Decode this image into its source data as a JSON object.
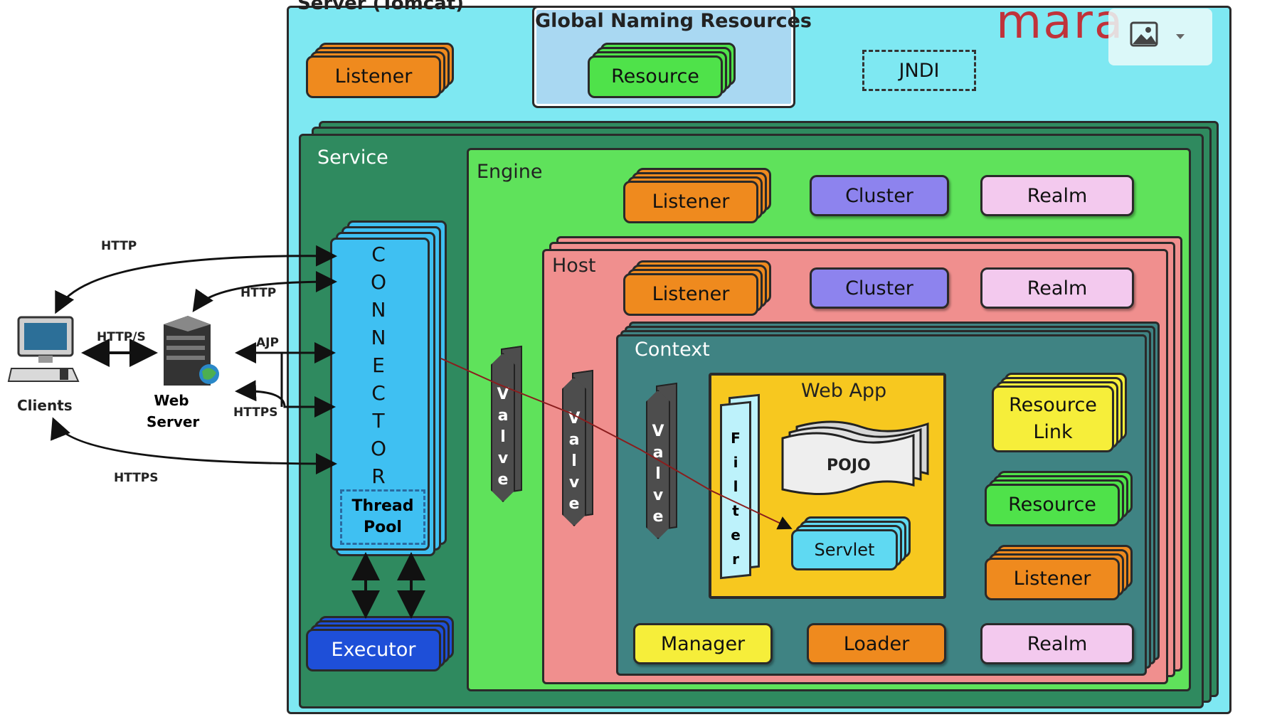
{
  "server": {
    "label": "Server (Tomcat)"
  },
  "global_naming": {
    "title": "Global Naming Resources",
    "resource": "Resource"
  },
  "server_listener": "Listener",
  "jndi": "JNDI",
  "watermark": "mara",
  "service": {
    "label": "Service"
  },
  "engine": {
    "label": "Engine",
    "listener": "Listener",
    "cluster": "Cluster",
    "realm": "Realm"
  },
  "host": {
    "label": "Host",
    "listener": "Listener",
    "cluster": "Cluster",
    "realm": "Realm"
  },
  "context": {
    "label": "Context",
    "webapp": {
      "label": "Web App",
      "pojo": "POJO",
      "servlet": "Servlet",
      "filter": "Filter"
    },
    "resource_link_1": "Resource",
    "resource_link_2": "Link",
    "resource": "Resource",
    "listener": "Listener",
    "manager": "Manager",
    "loader": "Loader",
    "realm": "Realm"
  },
  "connector": {
    "letters": [
      "C",
      "O",
      "N",
      "N",
      "E",
      "C",
      "T",
      "O",
      "R"
    ],
    "thread_pool_1": "Thread",
    "thread_pool_2": "Pool"
  },
  "valve": [
    "V",
    "a",
    "l",
    "v",
    "e"
  ],
  "executor": "Executor",
  "clients": {
    "clients_label": "Clients",
    "web_server_1": "Web",
    "web_server_2": "Server"
  },
  "protocols": {
    "http_top": "HTTP",
    "http_mid": "HTTP",
    "https_client": "HTTP/S",
    "ajp": "AJP",
    "https_mid": "HTTPS",
    "https_bottom": "HTTPS"
  },
  "colors": {
    "server_bg": "#7ee8f2",
    "service_bg": "#2f8a5f",
    "engine_bg": "#5fe25b",
    "host_bg": "#f08f8e",
    "context_bg": "#3f8383",
    "webapp_bg": "#f7c81f",
    "connector_bg": "#3fc0f2"
  }
}
